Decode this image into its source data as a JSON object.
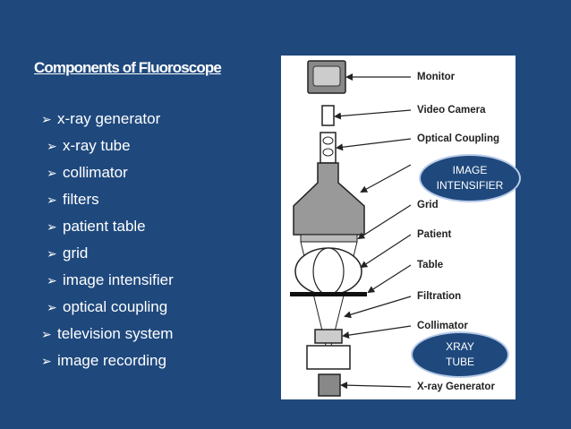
{
  "slide": {
    "title": "Components of Fluoroscope",
    "bullets": [
      "x-ray generator",
      "x-ray tube",
      "collimator",
      "filters",
      "patient table",
      "grid",
      "image intensifier",
      "optical coupling",
      "television system",
      "image recording"
    ]
  },
  "diagram": {
    "labels": {
      "monitor": "Monitor",
      "video_camera": "Video Camera",
      "optical_coupling": "Optical Coupling",
      "grid": "Grid",
      "patient": "Patient",
      "table": "Table",
      "filtration": "Filtration",
      "collimator": "Collimator",
      "xray_generator": "X-ray Generator"
    },
    "callouts": {
      "image_intensifier": "IMAGE INTENSIFIER",
      "xray_tube": "XRAY TUBE"
    }
  },
  "colors": {
    "background": "#1f497d",
    "text": "#ffffff",
    "oval_border": "#b8cbe8"
  }
}
